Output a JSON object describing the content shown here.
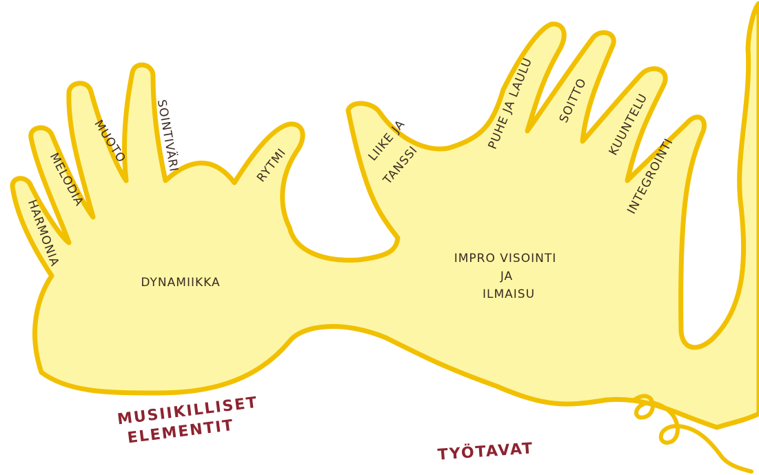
{
  "diagram": {
    "colors": {
      "fill": "#fdf6a6",
      "outline": "#f1c000",
      "label": "#3a2a22",
      "caption": "#8c2430",
      "background": "#ffffff"
    },
    "left_hand": {
      "fingers": [
        "HARMONIA",
        "MELODIA",
        "MUOTO",
        "SOINTIVÄRI",
        "RYTMI"
      ],
      "palm": "DYNAMIIKKA",
      "caption_line1": "MUSIIKILLISET",
      "caption_line2": "ELEMENTIT"
    },
    "right_hand": {
      "fingers": [
        "LIIKE JA",
        "TANSSI",
        "PUHE JA LAULU",
        "SOITTO",
        "KUUNTELU",
        "INTEGROINTI"
      ],
      "palm_line1": "IMPRO VISOINTI",
      "palm_line2": "JA",
      "palm_line3": "ILMAISU",
      "caption": "TYÖTAVAT"
    }
  }
}
